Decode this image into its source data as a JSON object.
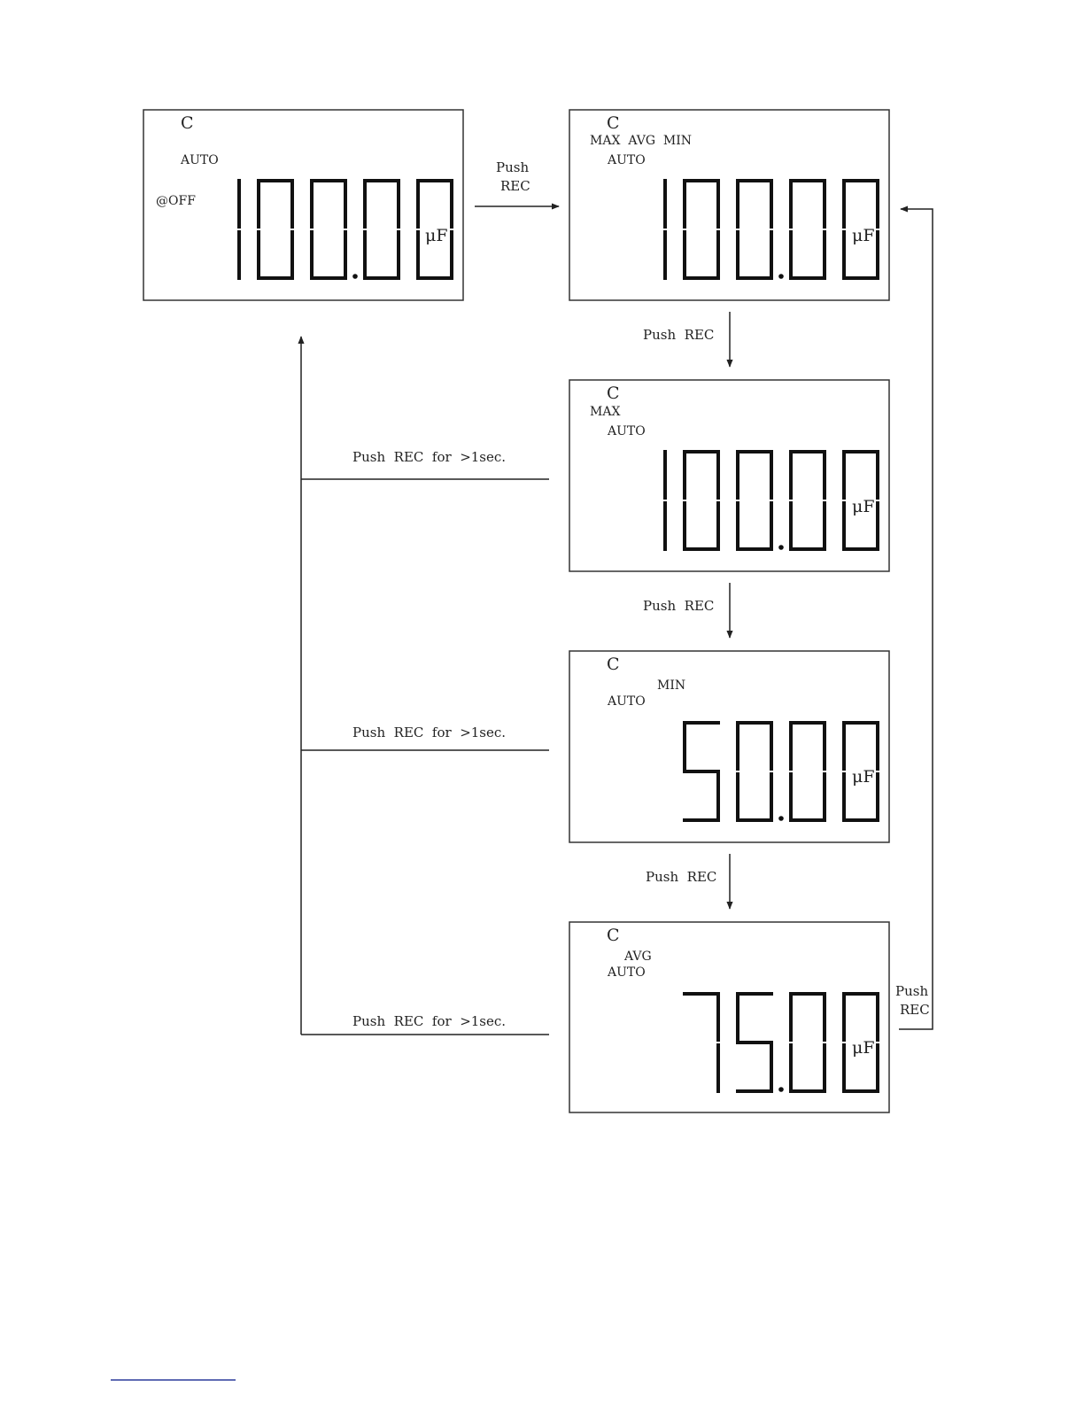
{
  "displays": [
    {
      "id": "normal",
      "indicators": {
        "mode": "C",
        "auto": "AUTO",
        "apo": "@OFF",
        "mmm": ""
      },
      "unit": "μF",
      "digits": [
        "1",
        "0",
        "0",
        "0",
        "0"
      ],
      "dp_after": 2
    },
    {
      "id": "rec",
      "indicators": {
        "mode": "C",
        "auto": "AUTO",
        "apo": "",
        "mmm": "MAX  AVG  MIN"
      },
      "unit": "μF",
      "digits": [
        "1",
        "0",
        "0",
        "0",
        "0"
      ],
      "dp_after": 2
    },
    {
      "id": "max",
      "indicators": {
        "mode": "C",
        "auto": "AUTO",
        "apo": "",
        "mmm": "MAX"
      },
      "unit": "μF",
      "digits": [
        "1",
        "0",
        "0",
        "0",
        "0"
      ],
      "dp_after": 2
    },
    {
      "id": "min",
      "indicators": {
        "mode": "C",
        "auto": "AUTO",
        "apo": "",
        "mmm": "MIN"
      },
      "unit": "μF",
      "digits": [
        "",
        "5",
        "0",
        "0",
        "0"
      ],
      "dp_after": 2
    },
    {
      "id": "avg",
      "indicators": {
        "mode": "C",
        "auto": "AUTO",
        "apo": "",
        "mmm": "AVG"
      },
      "unit": "μF",
      "digits": [
        "",
        "7",
        "5",
        "0",
        "0"
      ],
      "dp_after": 2
    }
  ],
  "transitions": {
    "push_rec_line1": "Push",
    "push_rec_line2": "REC",
    "push_rec": "Push  REC",
    "push_rec_hold": "Push  REC  for  >1sec."
  },
  "footer_link": ""
}
